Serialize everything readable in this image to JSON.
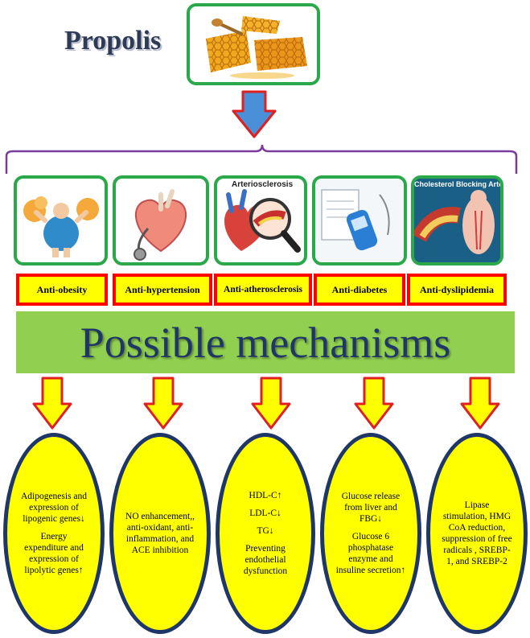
{
  "title": "Propolis",
  "headline": "Possible mechanisms",
  "categories": [
    {
      "label": "Anti-obesity"
    },
    {
      "label": "Anti-hypertension"
    },
    {
      "label": "Anti-atherosclerosis",
      "image_caption": "Arteriosclerosis"
    },
    {
      "label": "Anti-diabetes"
    },
    {
      "label": "Anti-dyslipidemia",
      "image_caption": "Cholesterol Blocking Artery"
    }
  ],
  "mechanisms": [
    {
      "lines": [
        "Adipogenesis and expression of lipogenic genes↓",
        "Energy expenditure and expression of lipolytic genes↑"
      ]
    },
    {
      "lines": [
        "NO enhancement,, anti-oxidant, anti-inflammation, and ACE inhibition"
      ]
    },
    {
      "lines": [
        "HDL-C↑",
        "LDL-C↓",
        "TG↓",
        "Preventing endothelial dysfunction"
      ]
    },
    {
      "lines": [
        "Glucose release from liver and FBG↓",
        "Glucose 6 phosphatase enzyme and insuline secretion↑"
      ]
    },
    {
      "lines": [
        "Lipase stimulation, HMG CoA reduction, suppression of free radicals , SREBP-1, and SREBP-2"
      ]
    }
  ],
  "colors": {
    "frame_green": "#2aa84a",
    "label_red": "#ff0000",
    "label_yellow": "#ffff00",
    "banner_green": "#91cf50",
    "navy": "#1f3668",
    "bracket_purple": "#7a3c9a",
    "arrow_blue": "#4a90d9"
  },
  "icons": [
    "honeycomb-image",
    "obesity-image",
    "heart-stethoscope-image",
    "artery-magnifier-image",
    "glucose-meter-image",
    "cholesterol-artery-image",
    "down-arrow-icon"
  ]
}
